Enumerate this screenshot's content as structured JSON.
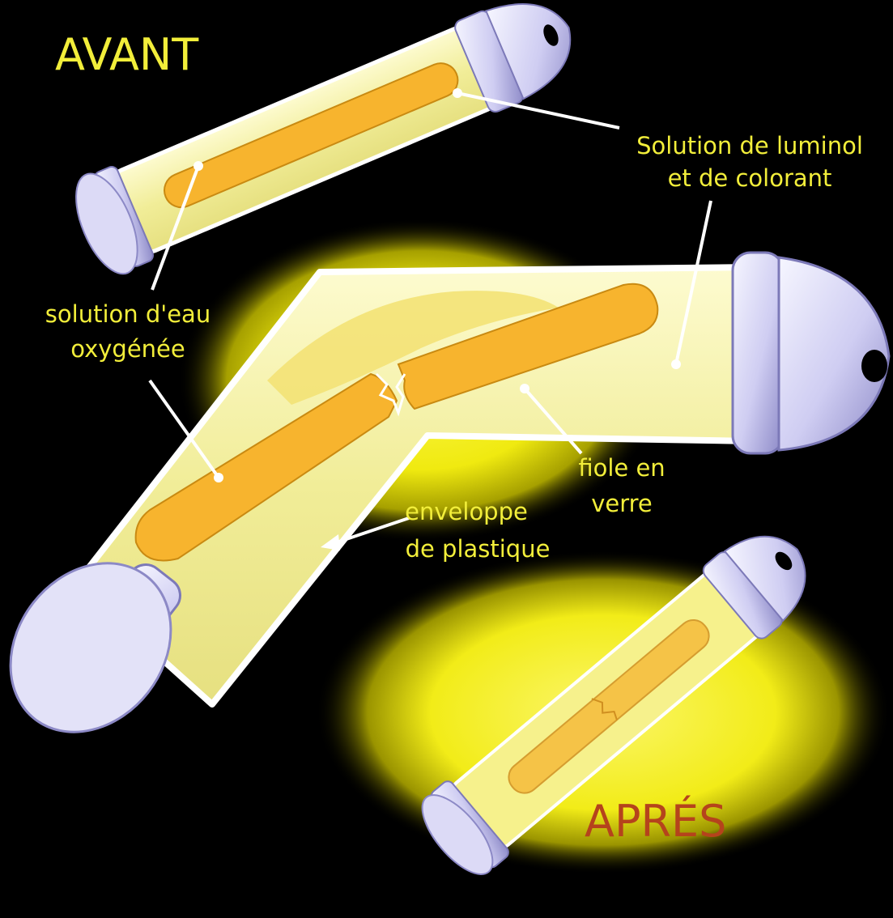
{
  "titles": {
    "before": "AVANT",
    "after": "APRÉS"
  },
  "labels": {
    "luminol_line1": "Solution de luminol",
    "luminol_line2": "et de colorant",
    "peroxide_line1": "solution d'eau",
    "peroxide_line2": "oxygénée",
    "vial_line1": "fiole en",
    "vial_line2": "verre",
    "casing_line1": "enveloppe",
    "casing_line2": "de plastique"
  },
  "colors": {
    "background": "#000000",
    "label_text": "#f2ee3a",
    "after_title": "#b5431c",
    "tube_fill": "#f5f2a0",
    "vial_orange": "#f7b42e",
    "cap": "#c9c6f0",
    "glow": "#f4ef1c"
  }
}
